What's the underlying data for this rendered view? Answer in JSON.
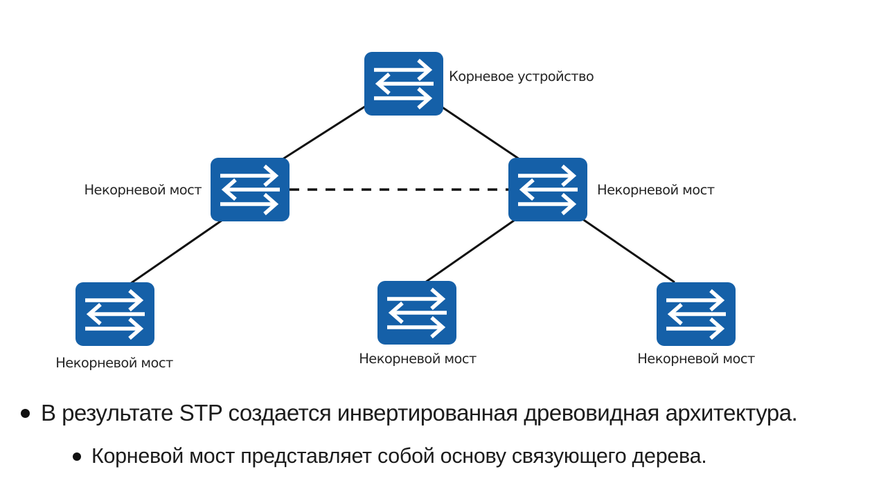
{
  "diagram": {
    "title": "STP inverted tree topology",
    "switch_color": "#1560A8",
    "link_color": "#111111",
    "nodes": [
      {
        "id": "root",
        "icon": "switch-icon",
        "label": "Корневое устройство",
        "role": "root"
      },
      {
        "id": "mid-left",
        "icon": "switch-icon",
        "label": "Некорневой мост",
        "role": "non-root"
      },
      {
        "id": "mid-right",
        "icon": "switch-icon",
        "label": "Некорневой мост",
        "role": "non-root"
      },
      {
        "id": "bottom-left",
        "icon": "switch-icon",
        "label": "Некорневой мост",
        "role": "non-root"
      },
      {
        "id": "bottom-center",
        "icon": "switch-icon",
        "label": "Некорневой мост",
        "role": "non-root"
      },
      {
        "id": "bottom-right",
        "icon": "switch-icon",
        "label": "Некорневой мост",
        "role": "non-root"
      }
    ],
    "links": [
      {
        "from": "root",
        "to": "mid-left",
        "style": "solid"
      },
      {
        "from": "root",
        "to": "mid-right",
        "style": "solid"
      },
      {
        "from": "mid-left",
        "to": "mid-right",
        "style": "dashed"
      },
      {
        "from": "mid-left",
        "to": "bottom-left",
        "style": "solid"
      },
      {
        "from": "mid-right",
        "to": "bottom-center",
        "style": "solid"
      },
      {
        "from": "mid-right",
        "to": "bottom-right",
        "style": "solid"
      }
    ]
  },
  "bullets": [
    {
      "level": 1,
      "text": "В результате STP создается инвертированная древовидная архитектура."
    },
    {
      "level": 2,
      "text": "Корневой мост представляет собой основу связующего дерева."
    }
  ]
}
